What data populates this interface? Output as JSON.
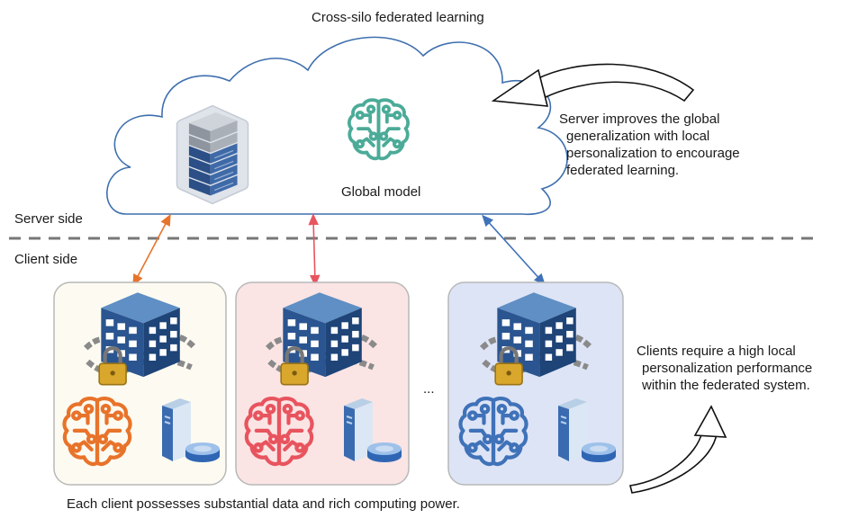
{
  "title": "Cross-silo federated learning",
  "server_side_label": "Server side",
  "client_side_label": "Client side",
  "global_model_label": "Global model",
  "server_note": [
    "Server improves the global",
    "generalization with local",
    "personalization to encourage",
    "federated learning."
  ],
  "client_note": [
    "Clients require a high local",
    "personalization performance",
    "within the federated system."
  ],
  "bottom_caption": "Each client possesses substantial data and rich computing power.",
  "ellipsis": "...",
  "icons": {
    "server_rack": "server-rack-icon",
    "global_model": "brain-circuit-icon",
    "client_building": "locked-building-icon",
    "client_model": "brain-circuit-icon",
    "client_storage": "database-server-icon"
  },
  "clients": [
    {
      "id": "client-1",
      "color": "#e8732a",
      "fill": "#fdfbf1"
    },
    {
      "id": "client-2",
      "color": "#e8545e",
      "fill": "#fbe4e4"
    },
    {
      "id": "client-3",
      "color": "#3f72b8",
      "fill": "#dde4f6"
    }
  ],
  "colors": {
    "global_model": "#4bab98",
    "divider": "#777777",
    "cloud_stroke": "#3f6fae"
  }
}
